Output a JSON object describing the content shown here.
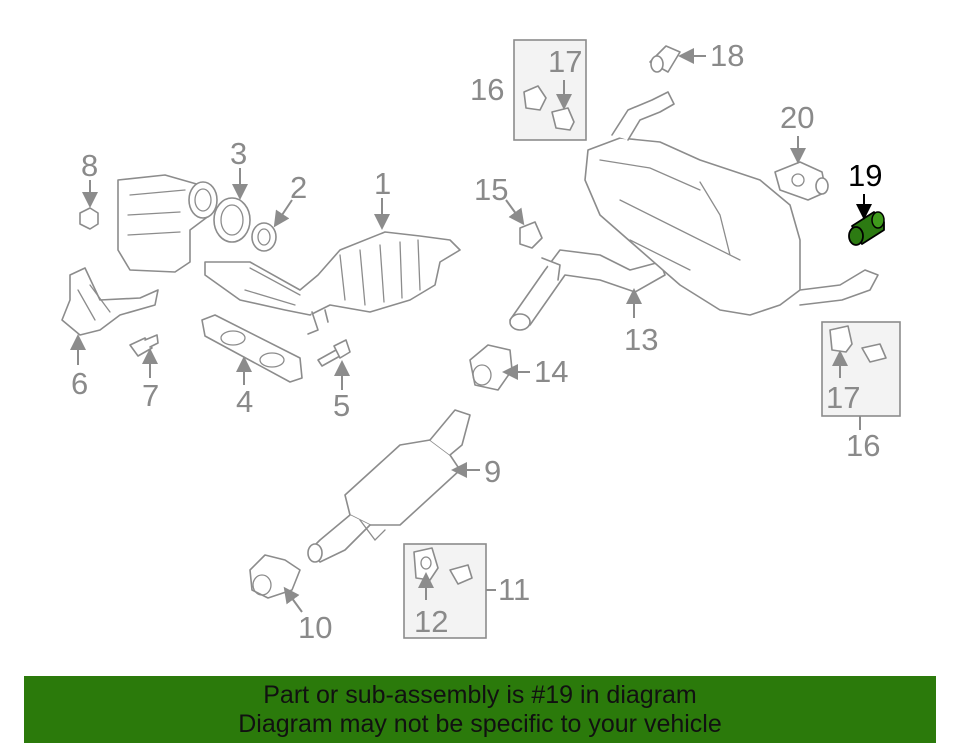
{
  "callouts": {
    "c1": "1",
    "c2": "2",
    "c3": "3",
    "c4": "4",
    "c5": "5",
    "c6": "6",
    "c7": "7",
    "c8": "8",
    "c9": "9",
    "c10": "10",
    "c11": "11",
    "c12": "12",
    "c13": "13",
    "c14": "14",
    "c15": "15",
    "c16_top": "16",
    "c16_right": "16",
    "c17_top": "17",
    "c17_right": "17",
    "c18": "18",
    "c19": "19",
    "c20": "20"
  },
  "highlight": {
    "part_number": "19",
    "color": "#2c7a12",
    "outline": "#000000"
  },
  "banner": {
    "line1": "Part or sub-assembly is #19 in diagram",
    "line2": "Diagram may not be specific to your vehicle",
    "background": "#2b7a0b"
  },
  "colors": {
    "line": "#8c8c8c",
    "box_fill": "#f3f3f3",
    "label": "#8a8a8a"
  }
}
